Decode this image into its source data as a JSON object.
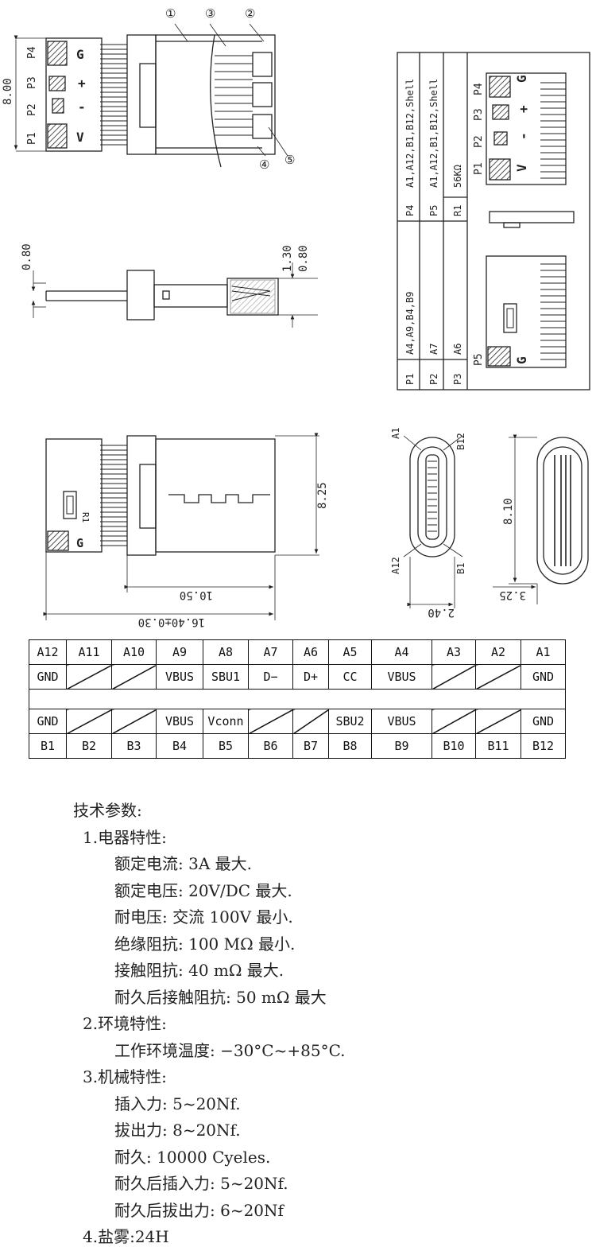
{
  "markers": {
    "m1": "①",
    "m2": "②",
    "m3": "③",
    "m4": "④",
    "m5": "⑤"
  },
  "pad_labels": {
    "p1": "P1",
    "p2": "P2",
    "p3": "P3",
    "p4": "P4",
    "p5": "P5",
    "g": "G",
    "plus": "+",
    "minus": "-",
    "v": "V",
    "r1": "R1"
  },
  "dimensions": {
    "d800": "8.00",
    "d080": "0.80",
    "d130": "1.30",
    "d080b": "0.80",
    "d825": "8.25",
    "d1050": "10.50",
    "d1640": "16.40±0.30",
    "d810": "8.10",
    "d240": "2.40",
    "d325": "3.25"
  },
  "contacts": {
    "a1": "A1",
    "b12": "B12",
    "a12": "A12",
    "b1": "B1"
  },
  "pad_map": [
    {
      "pad": "P1",
      "pins": "A4,A9,B4,B9"
    },
    {
      "pad": "P2",
      "pins": "A7"
    },
    {
      "pad": "P3",
      "pins": "A6"
    },
    {
      "pad": "P4",
      "pins": "A1,A12,B1,B12,Shell"
    },
    {
      "pad": "P5",
      "pins": "A1,A12,B1,B12,Shell"
    },
    {
      "pad": "R1",
      "pins": "56KΩ"
    }
  ],
  "pin_table": {
    "top_pins": [
      "A12",
      "A11",
      "A10",
      "A9",
      "A8",
      "A7",
      "A6",
      "A5",
      "A4",
      "A3",
      "A2",
      "A1"
    ],
    "top_signals": [
      "GND",
      "",
      "",
      "VBUS",
      "SBU1",
      "D−",
      "D+",
      "CC",
      "VBUS",
      "",
      "",
      "GND"
    ],
    "bottom_signals": [
      "GND",
      "",
      "",
      "VBUS",
      "Vconn",
      "",
      "",
      "SBU2",
      "VBUS",
      "",
      "",
      "GND"
    ],
    "bottom_pins": [
      "B1",
      "B2",
      "B3",
      "B4",
      "B5",
      "B6",
      "B7",
      "B8",
      "B9",
      "B10",
      "B11",
      "B12"
    ]
  },
  "specs": {
    "heading": "技术参数:",
    "s1": "1.电器特性:",
    "s1a": "额定电流: 3A 最大.",
    "s1b": "额定电压: 20V/DC 最大.",
    "s1c": "耐电压: 交流 100V 最小.",
    "s1d": "绝缘阻抗: 100 MΩ 最小.",
    "s1e": "接触阻抗: 40 mΩ 最大.",
    "s1f": "耐久后接触阻抗: 50 mΩ 最大",
    "s2": "2.环境特性:",
    "s2a": "工作环境温度: −30°C~+85°C.",
    "s3": "3.机械特性:",
    "s3a": "插入力: 5~20Nf.",
    "s3b": "拔出力: 8~20Nf.",
    "s3c": "耐久: 10000 Cyeles.",
    "s3d": "耐久后插入力: 5~20Nf.",
    "s3e": "耐久后拔出力: 6~20Nf",
    "s4": "4.盐雾:24H"
  }
}
